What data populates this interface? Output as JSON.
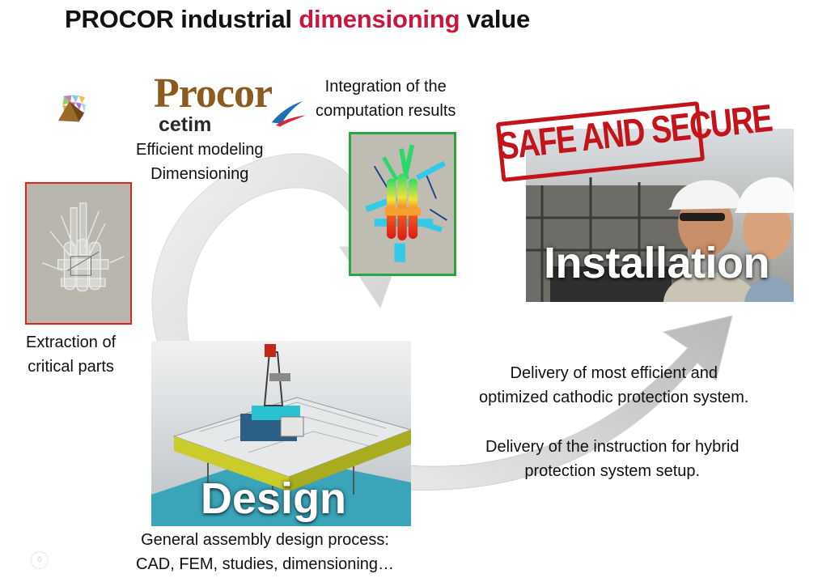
{
  "title": {
    "part1": "PROCOR industrial",
    "accent": "dimensioning",
    "part2": "value",
    "accent_color": "#c8173a"
  },
  "logo": {
    "word": "Procor",
    "sub": "cetim"
  },
  "captions": {
    "modeling": [
      "Efficient modeling",
      "Dimensioning"
    ],
    "integration": [
      "Integration of the",
      "computation results"
    ],
    "extraction": [
      "Extraction of",
      "critical parts"
    ],
    "design_process": [
      "General assembly design process:",
      "CAD, FEM, studies, dimensioning…"
    ],
    "delivery_cp": [
      "Delivery of most efficient and",
      "optimized cathodic protection system."
    ],
    "delivery_hybrid": [
      "Delivery of the instruction for hybrid",
      "protection system setup."
    ]
  },
  "stages": {
    "installation": "Installation",
    "design": "Design"
  },
  "stamp": {
    "text": "SAFE AND SECURE",
    "color": "#c4141b"
  },
  "colors": {
    "extraction_frame": "#e3231b",
    "integration_frame": "#2aa645",
    "logo_brown": "#8a5a1f"
  }
}
